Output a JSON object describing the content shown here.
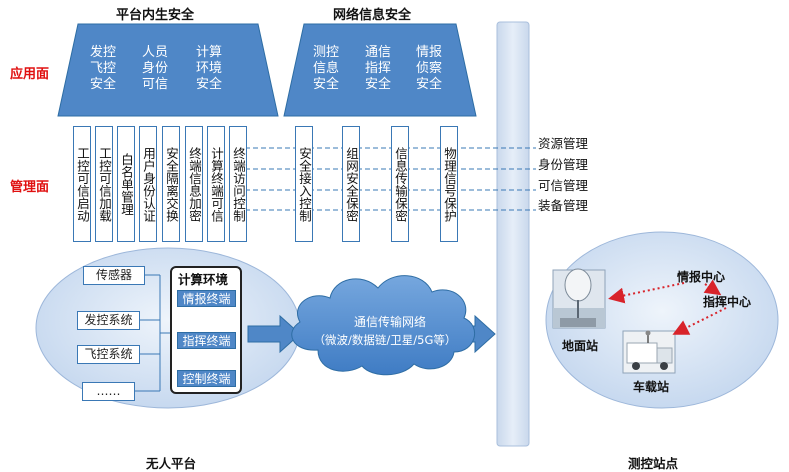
{
  "headers": {
    "platform_security": "平台内生安全",
    "network_security": "网络信息安全",
    "application_layer": "应用面",
    "management_layer": "管理面"
  },
  "application_blocks": {
    "platform": [
      "发控\n飞控\n安全",
      "人员\n身份\n可信",
      "计算\n环境\n安全"
    ],
    "network": [
      "测控\n信息\n安全",
      "通信\n指挥\n安全",
      "情报\n侦察\n安全"
    ]
  },
  "management_columns": [
    "工控可信启动",
    "工控可信加载",
    "白名单管理",
    "用户身份认证",
    "安全隔离交换",
    "终端信息加密",
    "计算终端可信",
    "终端访问控制",
    "安全接入控制",
    "组网安全保密",
    "信息传输保密",
    "物理信号保护"
  ],
  "management_items": [
    "资源管理",
    "身份管理",
    "可信管理",
    "装备管理"
  ],
  "platform_area": {
    "sensors": [
      "传感器",
      "发控系统",
      "飞控系统",
      "……"
    ],
    "compute_title": "计算环境",
    "terminals": [
      "情报终端",
      "指挥终端",
      "控制终端"
    ],
    "caption": "无人平台"
  },
  "network_cloud": {
    "line1": "通信传输网络",
    "line2": "（微波/数据链/卫星/5G等）"
  },
  "station_area": {
    "intel_center": "情报中心",
    "command_center": "指挥中心",
    "ground_station": "地面站",
    "vehicle_station": "车载站",
    "caption": "测控站点"
  },
  "colors": {
    "blue_fill": "#4f87c7",
    "blue_stroke": "#2e6da4",
    "red_label": "#e01010",
    "red_arrow": "#d8232a"
  }
}
